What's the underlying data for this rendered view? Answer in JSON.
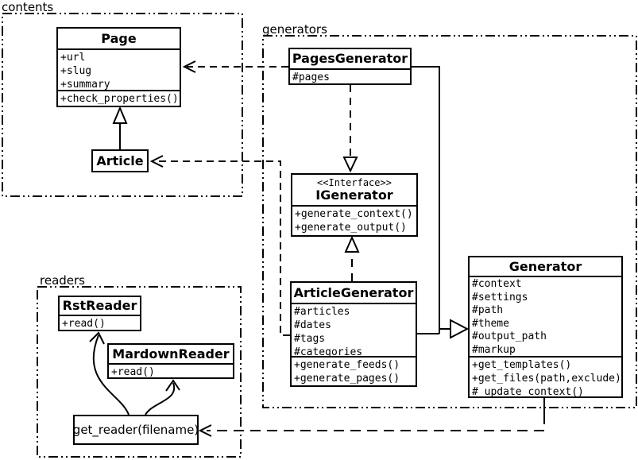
{
  "packages": {
    "contents": {
      "label": "contents"
    },
    "generators": {
      "label": "generators"
    },
    "readers": {
      "label": "readers"
    }
  },
  "classes": {
    "page": {
      "name": "Page",
      "attributes": [
        "+url",
        "+slug",
        "+summary"
      ],
      "methods": [
        "+check_properties()"
      ]
    },
    "article": {
      "name": "Article"
    },
    "pages_generator": {
      "name": "PagesGenerator",
      "attributes": [
        "#pages"
      ]
    },
    "igenerator": {
      "stereotype": "<<Interface>>",
      "name": "IGenerator",
      "methods": [
        "+generate_context()",
        "+generate_output()"
      ]
    },
    "article_generator": {
      "name": "ArticleGenerator",
      "attributes": [
        "#articles",
        "#dates",
        "#tags",
        "#categories"
      ],
      "methods": [
        "+generate_feeds()",
        "+generate_pages()"
      ]
    },
    "generator": {
      "name": "Generator",
      "attributes": [
        "#context",
        "#settings",
        "#path",
        "#theme",
        "#output_path",
        "#markup"
      ],
      "methods": [
        "+get_templates()",
        "+get_files(path,exclude)",
        "#_update_context()"
      ]
    },
    "rst_reader": {
      "name": "RstReader",
      "methods": [
        "+read()"
      ]
    },
    "markdown_reader": {
      "name": "MardownReader",
      "methods": [
        "+read()"
      ]
    },
    "get_reader": {
      "label": "get_reader(filename)"
    }
  },
  "relationships": [
    {
      "type": "generalization",
      "from": "Article",
      "to": "Page"
    },
    {
      "type": "dependency",
      "from": "PagesGenerator",
      "to": "Page"
    },
    {
      "type": "dependency",
      "from": "ArticleGenerator",
      "to": "Article"
    },
    {
      "type": "realization",
      "from": "PagesGenerator",
      "to": "IGenerator"
    },
    {
      "type": "realization",
      "from": "ArticleGenerator",
      "to": "IGenerator"
    },
    {
      "type": "generalization",
      "from": "PagesGenerator",
      "to": "Generator"
    },
    {
      "type": "generalization",
      "from": "ArticleGenerator",
      "to": "Generator"
    },
    {
      "type": "dependency",
      "from": "Generator",
      "to": "get_reader(filename)"
    },
    {
      "type": "arrow",
      "from": "get_reader(filename)",
      "to": "RstReader"
    },
    {
      "type": "arrow",
      "from": "get_reader(filename)",
      "to": "MardownReader"
    }
  ],
  "colors": {
    "line": "#000000",
    "background": "#ffffff",
    "box_fill": "#ffffff"
  }
}
